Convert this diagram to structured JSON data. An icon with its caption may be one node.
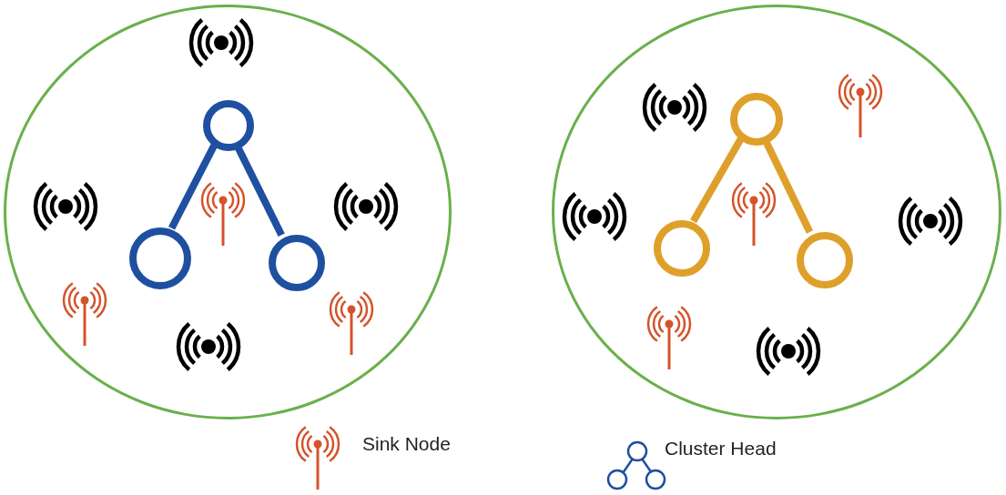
{
  "diagram": {
    "nodes": [
      {
        "text": [],
        "shape": "ellipse"
      },
      {
        "text": [],
        "shape": "circle",
        "in": 0
      },
      {
        "text": [],
        "shape": "circle",
        "in": 0
      },
      {
        "text": [],
        "shape": "circle",
        "in": 0
      },
      {
        "text": [],
        "shape": "ellipse"
      },
      {
        "text": [],
        "shape": "circle",
        "in": 4
      },
      {
        "text": [],
        "shape": "circle",
        "in": 4
      },
      {
        "text": [],
        "shape": "circle",
        "in": 4
      }
    ],
    "edges": [
      {
        "from": 1,
        "to": 2,
        "arrow": "none"
      },
      {
        "from": 1,
        "to": 3,
        "arrow": "none"
      },
      {
        "from": 5,
        "to": 6,
        "arrow": "none",
        "color": "#dea02a"
      },
      {
        "from": 5,
        "to": 7,
        "arrow": "none",
        "color": "#dea02a"
      }
    ],
    "legend": [
      {
        "text": "Sink Node"
      },
      {
        "text": "Cluster Head"
      }
    ]
  }
}
